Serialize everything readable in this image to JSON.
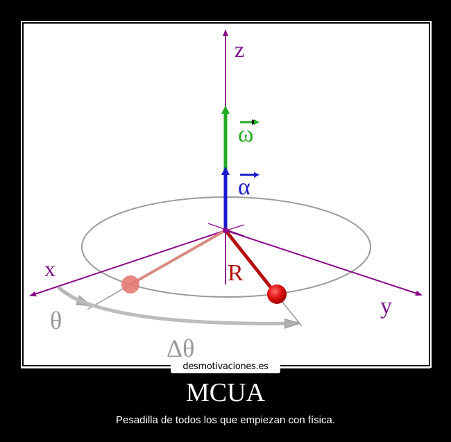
{
  "poster": {
    "title": "MCUA",
    "subtitle": "Pesadilla de todos los que empiezan con física.",
    "watermark": "desmotivaciones.es"
  },
  "diagram": {
    "labels": {
      "z": "z",
      "x": "x",
      "y": "y",
      "omega": "ω",
      "alpha": "α",
      "radius": "R",
      "theta": "θ",
      "delta_theta": "Δθ"
    },
    "colors": {
      "axis": "#8b0a8b",
      "omega": "#22aa22",
      "alpha": "#1a1acc",
      "radius": "#cc1111",
      "radius_faded": "#d98a80",
      "orbit": "#9a9a9a",
      "arc_arrow": "#a8a8a8"
    }
  }
}
